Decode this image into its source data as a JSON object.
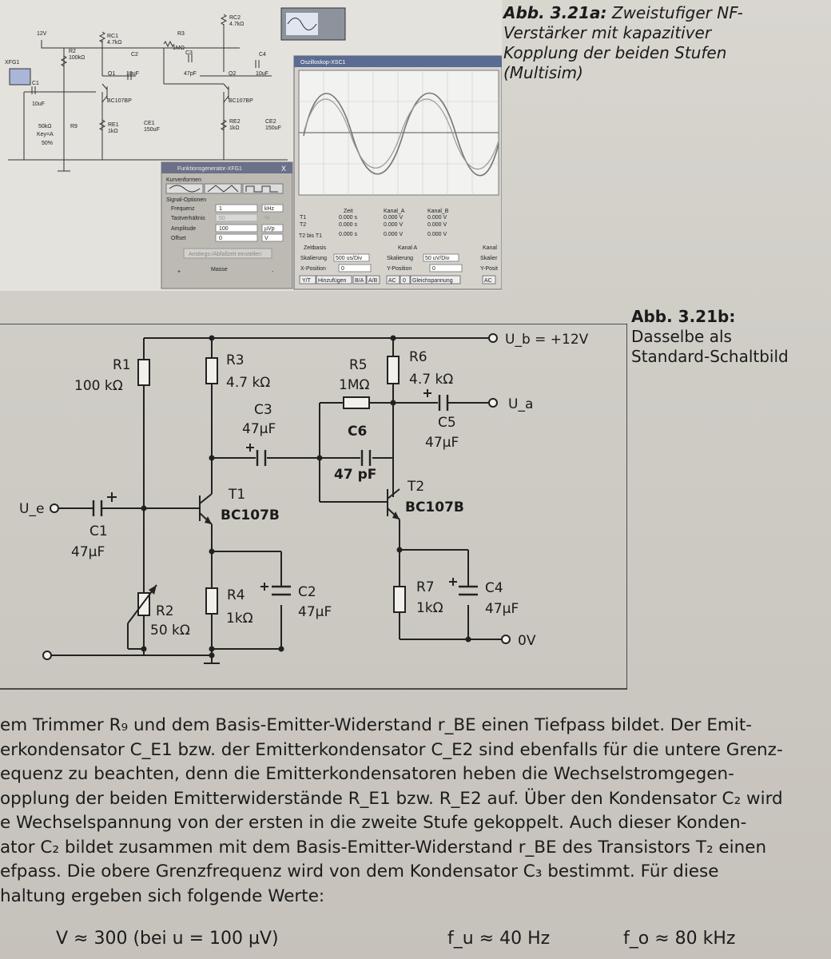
{
  "figure_a": {
    "caption_label": "Abb. 3.21a:",
    "caption_text": "Zweistufiger NF-Verstärker mit kapazitiver Kopplung der beiden Stufen (Multisim)",
    "labels": {
      "v12": "12V",
      "xfg": "XFG1",
      "c1": "C1",
      "c1v": "10uF",
      "r2": "R2",
      "r2v": "100kΩ",
      "rc1": "RC1",
      "rc1v": "4.7kΩ",
      "c2": "C2",
      "c2v": "10uF",
      "r3": "R3",
      "r3v": "1MΩ",
      "c3": "C3",
      "c3v": "47pF",
      "rc2": "RC2",
      "rc2v": "4.7kΩ",
      "c4": "C4",
      "c4v": "10uF",
      "q1": "Q1",
      "q2": "Q2",
      "bc1": "BC107BP",
      "bc2": "BC107BP",
      "r9v": "50kΩ",
      "key": "Key=A",
      "pct": "50%",
      "r9": "R9",
      "re1": "RE1",
      "re1v": "1kΩ",
      "ce1": "CE1",
      "ce1v": "150uF",
      "re2": "RE2",
      "re2v": "1kΩ",
      "ce2": "CE2",
      "ce2v": "150uF"
    },
    "oscilloscope": {
      "title": "Oszilloskop-XSC1",
      "readout_headers": [
        "Zeit",
        "Kanal_A",
        "Kanal_B"
      ],
      "rows": [
        {
          "name": "T1",
          "zeit": "0.000 s",
          "a": "0.000 V",
          "b": "0.000 V"
        },
        {
          "name": "T2",
          "zeit": "0.000 s",
          "a": "0.000 V",
          "b": "0.000 V"
        },
        {
          "name": "T2 bis T1",
          "zeit": "0.000 s",
          "a": "0.000 V",
          "b": "0.000 V"
        }
      ],
      "zeitbasis": "Zeitbasis",
      "kanal_a": "Kanal A",
      "kanal_b": "Kanal",
      "skalierung": "Skalierung",
      "zeit_scale": "500 us/Div",
      "a_scale": "50 uV/Div",
      "xpos": "X-Position",
      "ypos": "Y-Position",
      "xpos_val": "0",
      "ypos_val": "0",
      "ypos_b": "Y-Posit",
      "skal_b": "Skalier",
      "buttons": [
        "Y/T",
        "Hinzufügen",
        "B/A",
        "A/B",
        "AC",
        "0",
        "Gleichspannung",
        "AC"
      ]
    },
    "generator": {
      "title": "Funktionsgenerator-XFG1",
      "kurvenformen": "Kurvenformen",
      "signal_optionen": "Signal-Optionen",
      "fields": [
        {
          "label": "Frequenz",
          "value": "1",
          "unit": "kHz"
        },
        {
          "label": "Tastverhältnis",
          "value": "50",
          "unit": "%"
        },
        {
          "label": "Amplitude",
          "value": "100",
          "unit": "µVp"
        },
        {
          "label": "Offset",
          "value": "0",
          "unit": "V"
        }
      ],
      "button": "Anstiegs-/Abfallzeit einstellen",
      "plus": "+",
      "masse": "Masse",
      "minus": "-",
      "close": "X"
    }
  },
  "figure_b": {
    "caption_label": "Abb. 3.21b:",
    "caption_text": "Dasselbe als Standard-Schaltbild",
    "labels": {
      "ub": "U_b = +12V",
      "ua": "U_a",
      "ue": "U_e",
      "zero": "0V",
      "r1": "R1",
      "r1v": "100 kΩ",
      "r3": "R3",
      "r3v": "4.7 kΩ",
      "c3": "C3",
      "c3v": "47µF",
      "r5": "R5",
      "r5v": "1MΩ",
      "r6": "R6",
      "r6v": "4.7 kΩ",
      "c6": "C6",
      "c6v": "47 pF",
      "c5": "C5",
      "c5v": "47µF",
      "t1": "T1",
      "t1v": "BC107B",
      "t2": "T2",
      "t2v": "BC107B",
      "c1": "C1",
      "c1v": "47µF",
      "r2": "R2",
      "r2v": "50 kΩ",
      "r4": "R4",
      "r4v": "1kΩ",
      "c2": "C2",
      "c2v": "47µF",
      "r7": "R7",
      "r7v": "1kΩ",
      "c4": "C4",
      "c4v": "47µF"
    }
  },
  "body_lines": [
    "em Trimmer R₉ und dem Basis-Emitter-Widerstand r_BE einen Tiefpass bildet. Der Emit-",
    "erkondensator C_E1 bzw. der Emitterkondensator C_E2 sind ebenfalls für die untere Grenz-",
    "equenz zu beachten, denn die Emitterkondensatoren heben die Wechselstromgegen-",
    "opplung der beiden Emitterwiderstände R_E1 bzw. R_E2 auf. Über den Kondensator C₂ wird",
    "e Wechselspannung von der ersten in die zweite Stufe gekoppelt. Auch dieser Konden-",
    "ator C₂ bildet zusammen mit dem Basis-Emitter-Widerstand r_BE des Transistors T₂ einen",
    "efpass. Die obere Grenzfrequenz wird von dem Kondensator C₃ bestimmt. Für diese",
    "haltung ergeben sich folgende Werte:"
  ],
  "values": {
    "left": "V ≈ 300 (bei u = 100 µV)",
    "fu": "f_u ≈ 40 Hz",
    "fo": "f_o ≈ 80 kHz"
  }
}
